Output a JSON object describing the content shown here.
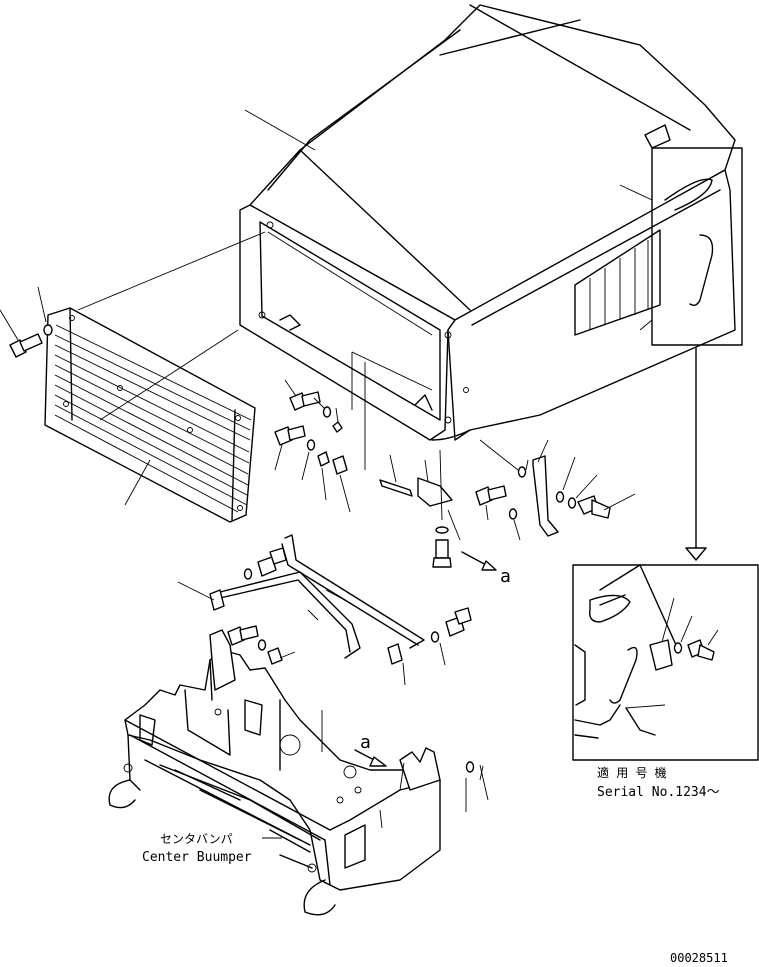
{
  "labels": {
    "arrow_a_1": "a",
    "arrow_a_2": "a",
    "center_bumper_jp": "センタバンパ",
    "center_bumper_en": "Center Buumper",
    "serial_jp": "適 用 号 機",
    "serial_en": "Serial No.1234～",
    "drawing_number": "00028511"
  }
}
